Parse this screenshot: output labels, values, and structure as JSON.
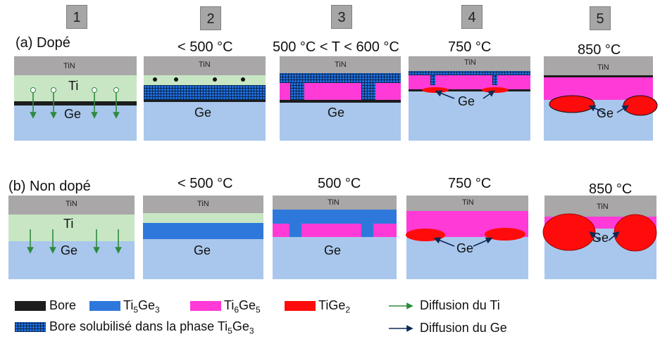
{
  "steps": [
    {
      "number": "1",
      "temp_a": "",
      "temp_b": ""
    },
    {
      "number": "2",
      "temp_a": "< 500 °C",
      "temp_b": "< 500 °C"
    },
    {
      "number": "3",
      "temp_a": "500 °C < T < 600 °C",
      "temp_b": "500 °C"
    },
    {
      "number": "4",
      "temp_a": "750 °C",
      "temp_b": "750 °C"
    },
    {
      "number": "5",
      "temp_a": "850 °C",
      "temp_b": "850 °C"
    }
  ],
  "rows": {
    "a": "(a) Dopé",
    "b": "(b) Non dopé"
  },
  "layers": {
    "tin": "TiN",
    "ti": "Ti",
    "ge": "Ge"
  },
  "legend": {
    "bore": "Bore",
    "ti5ge3_base": "Ti",
    "ti5ge3_s1": "5",
    "ti5ge3_mid": "Ge",
    "ti5ge3_s2": "3",
    "ti6ge5_base": "Ti",
    "ti6ge5_s1": "6",
    "ti6ge5_mid": "Ge",
    "ti6ge5_s2": "5",
    "tige2_base": "TiGe",
    "tige2_s": "2",
    "bore_sol_text": "Bore solubilisé dans la phase Ti",
    "bore_sol_s1": "5",
    "bore_sol_mid": "Ge",
    "bore_sol_s2": "3",
    "diff_ti": "Diffusion du Ti",
    "diff_ge": "Diffusion du Ge"
  },
  "colors": {
    "tin": "#a9a7a8",
    "ti": "#c8e6c4",
    "ge": "#a9c7ec",
    "bore": "#1d1d1d",
    "ti5ge3": "#2e78dc",
    "ti6ge5": "#ff3ad6",
    "tige2": "#ff0b0b",
    "diffusion_ti_arrow": "#2f8a3e",
    "diffusion_ge_arrow": "#0d2a55"
  }
}
